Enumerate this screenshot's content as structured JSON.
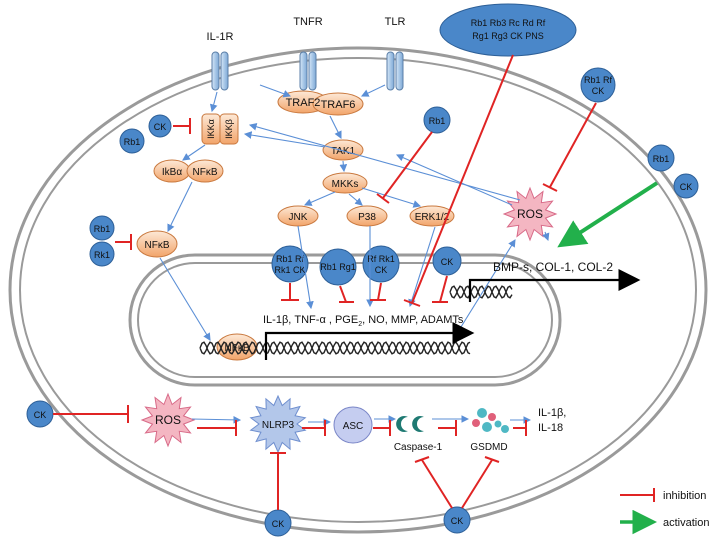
{
  "receptors": {
    "il1r": "IL-1R",
    "tnfr": "TNFR",
    "tlr": "TLR"
  },
  "compounds_list": {
    "line1": "Rb1 Rb3 Rc Rd Rf",
    "line2": "Rg1 Rg3 CK PNS"
  },
  "nodes": {
    "traf2": "TRAF2",
    "traf6": "TRAF6",
    "tak1": "TAK1",
    "mkks": "MKKs",
    "jnk": "JNK",
    "p38": "P38",
    "erk": "ERK1/2",
    "ikka": "IKKα",
    "ikkb": "IKKβ",
    "ikba": "IkBα",
    "nfkb": "NFκB",
    "ros": "ROS",
    "nlrp3": "NLRP3",
    "asc": "ASC",
    "caspase1": "Caspase-1",
    "gsdmd": "GSDMD"
  },
  "drugs": {
    "ck": "CK",
    "rb1": "Rb1",
    "rk1": "Rk1",
    "rb1rf_1": "Rb1 Rf",
    "rb1rf_2": "CK",
    "nucl1_1": "Rb1 Rf",
    "nucl1_2": "Rk1 CK",
    "nucl2": "Rb1 Rg1",
    "nucl3_1": "Rf Rk1",
    "nucl3_2": "CK"
  },
  "texts": {
    "bmp": "BMP-s, COL-1, COL-2",
    "cytokines_a": "IL-1β, TNF-α , PGE",
    "cytokines_sub": "2",
    "cytokines_b": ", NO, MMP, ADAMTs",
    "il1b": "IL-1β,",
    "il18": "IL-18"
  },
  "legend": {
    "inhibition": "inhibition",
    "activation": "activation"
  },
  "colors": {
    "drug_fill": "#4a87c9",
    "drug_stroke": "#2d5f97",
    "orange_light": "#fbe3cf",
    "orange_dark": "#f2a46a",
    "receptor": "#a7c7e7",
    "ros_fill": "#f4b6c2",
    "nlrp3_fill": "#b3c7ea",
    "asc_fill": "#c5cdf0",
    "inhibit": "#e02424",
    "activate": "#22b04b",
    "arrow": "#5b8fd6",
    "caspase": "#1f7a73",
    "gsdmd": "#4fb8c4"
  }
}
